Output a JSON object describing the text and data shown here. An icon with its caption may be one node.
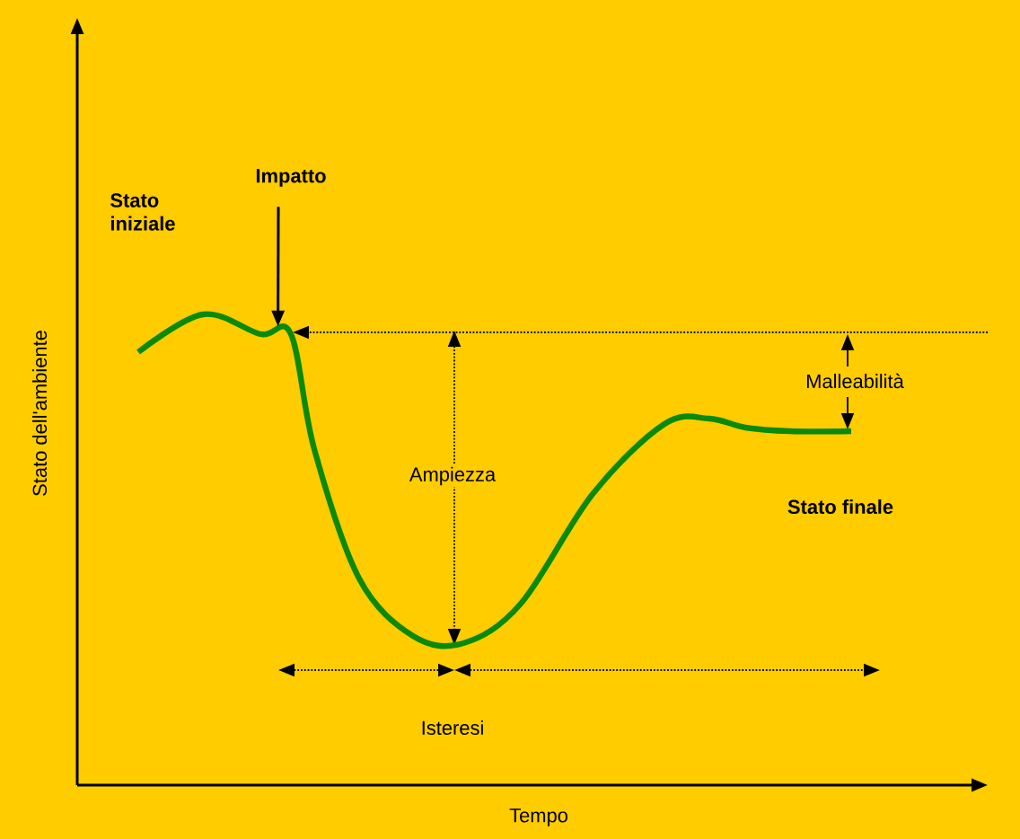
{
  "diagram": {
    "nodes": [
      {
        "text": [
          "Impatto"
        ]
      },
      {
        "text": [],
        "shape": "curve"
      }
    ],
    "edges": [
      {
        "from": 0,
        "to": 1,
        "arrow": "to"
      }
    ],
    "labels": [
      "Stato iniziale",
      "Malleabilità",
      "Ampiezza",
      "Stato finale",
      "Isteresi",
      "Tempo",
      "Stato dell'ambiente"
    ]
  }
}
